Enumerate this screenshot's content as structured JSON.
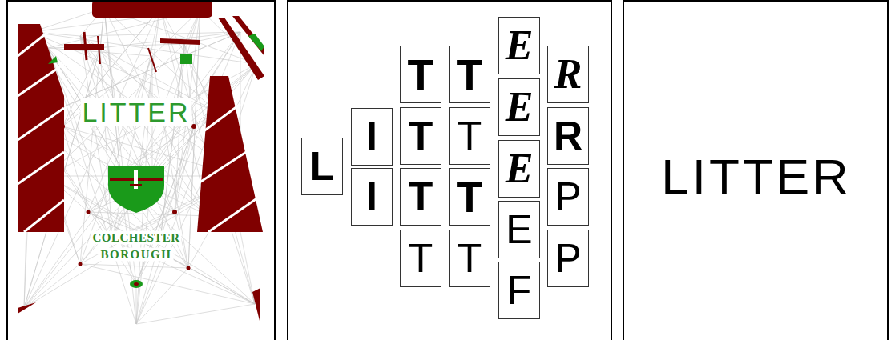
{
  "diagram": {
    "nodes": [
      {
        "text": [
          "L"
        ]
      },
      {
        "text": [
          "I"
        ]
      },
      {
        "text": [
          "I"
        ]
      },
      {
        "text": [
          "T"
        ]
      },
      {
        "text": [
          "T"
        ]
      },
      {
        "text": [
          "T"
        ]
      },
      {
        "text": [
          "T"
        ]
      },
      {
        "text": [
          "T"
        ]
      },
      {
        "text": [
          "T"
        ]
      },
      {
        "text": [
          "T"
        ]
      },
      {
        "text": [
          "T"
        ]
      },
      {
        "text": [
          "E"
        ]
      },
      {
        "text": [
          "E"
        ]
      },
      {
        "text": [
          "E"
        ]
      },
      {
        "text": [
          "E"
        ]
      },
      {
        "text": [
          "F"
        ]
      },
      {
        "text": [
          "R"
        ]
      },
      {
        "text": [
          "R"
        ]
      },
      {
        "text": [
          "P"
        ]
      },
      {
        "text": [
          "P"
        ]
      }
    ],
    "labels": [
      "LITTER",
      "COLCHESTER",
      "BOROUGH",
      "LITTER"
    ]
  }
}
